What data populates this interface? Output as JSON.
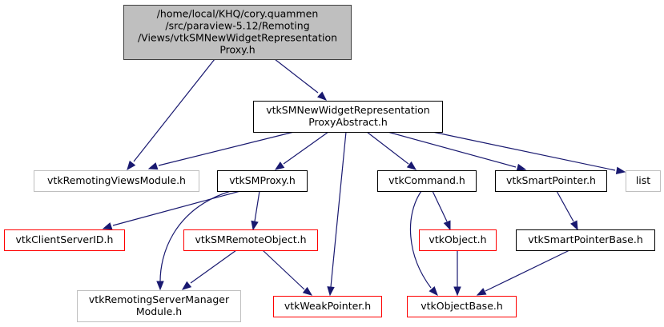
{
  "diagram": {
    "type": "include-dependency-graph",
    "colors": {
      "edge": "#191970",
      "root_fill": "#bfbfbf",
      "documented_border": "#000000",
      "undocumented_border": "#ff0000",
      "external_border": "#bfbfbf"
    },
    "nodes": [
      {
        "id": "root",
        "lines": [
          "/home/local/KHQ/cory.quammen",
          "/src/paraview-5.12/Remoting",
          "/Views/vtkSMNewWidgetRepresentation",
          "Proxy.h"
        ],
        "style": "root"
      },
      {
        "id": "abstract",
        "lines": [
          "vtkSMNewWidgetRepresentation",
          "ProxyAbstract.h"
        ],
        "style": "documented"
      },
      {
        "id": "viewsmodule",
        "lines": [
          "vtkRemotingViewsModule.h"
        ],
        "style": "external"
      },
      {
        "id": "smproxy",
        "lines": [
          "vtkSMProxy.h"
        ],
        "style": "documented"
      },
      {
        "id": "command",
        "lines": [
          "vtkCommand.h"
        ],
        "style": "documented"
      },
      {
        "id": "smartpointer",
        "lines": [
          "vtkSmartPointer.h"
        ],
        "style": "documented"
      },
      {
        "id": "list",
        "lines": [
          "list"
        ],
        "style": "external"
      },
      {
        "id": "clientserverid",
        "lines": [
          "vtkClientServerID.h"
        ],
        "style": "undocumented"
      },
      {
        "id": "remoteobject",
        "lines": [
          "vtkSMRemoteObject.h"
        ],
        "style": "undocumented"
      },
      {
        "id": "object",
        "lines": [
          "vtkObject.h"
        ],
        "style": "undocumented"
      },
      {
        "id": "smartpointerbase",
        "lines": [
          "vtkSmartPointerBase.h"
        ],
        "style": "documented"
      },
      {
        "id": "servermanagermodule",
        "lines": [
          "vtkRemotingServerManager",
          "Module.h"
        ],
        "style": "external"
      },
      {
        "id": "weakpointer",
        "lines": [
          "vtkWeakPointer.h"
        ],
        "style": "undocumented"
      },
      {
        "id": "objectbase",
        "lines": [
          "vtkObjectBase.h"
        ],
        "style": "undocumented"
      }
    ],
    "edges": [
      {
        "from": "root",
        "to": "abstract"
      },
      {
        "from": "root",
        "to": "viewsmodule"
      },
      {
        "from": "abstract",
        "to": "viewsmodule"
      },
      {
        "from": "abstract",
        "to": "smproxy"
      },
      {
        "from": "abstract",
        "to": "weakpointer"
      },
      {
        "from": "abstract",
        "to": "command"
      },
      {
        "from": "abstract",
        "to": "smartpointer"
      },
      {
        "from": "abstract",
        "to": "list"
      },
      {
        "from": "smproxy",
        "to": "clientserverid"
      },
      {
        "from": "smproxy",
        "to": "servermanagermodule"
      },
      {
        "from": "smproxy",
        "to": "remoteobject"
      },
      {
        "from": "remoteobject",
        "to": "servermanagermodule"
      },
      {
        "from": "remoteobject",
        "to": "weakpointer"
      },
      {
        "from": "command",
        "to": "object"
      },
      {
        "from": "command",
        "to": "objectbase"
      },
      {
        "from": "object",
        "to": "objectbase"
      },
      {
        "from": "smartpointer",
        "to": "smartpointerbase"
      },
      {
        "from": "smartpointerbase",
        "to": "objectbase"
      }
    ]
  }
}
